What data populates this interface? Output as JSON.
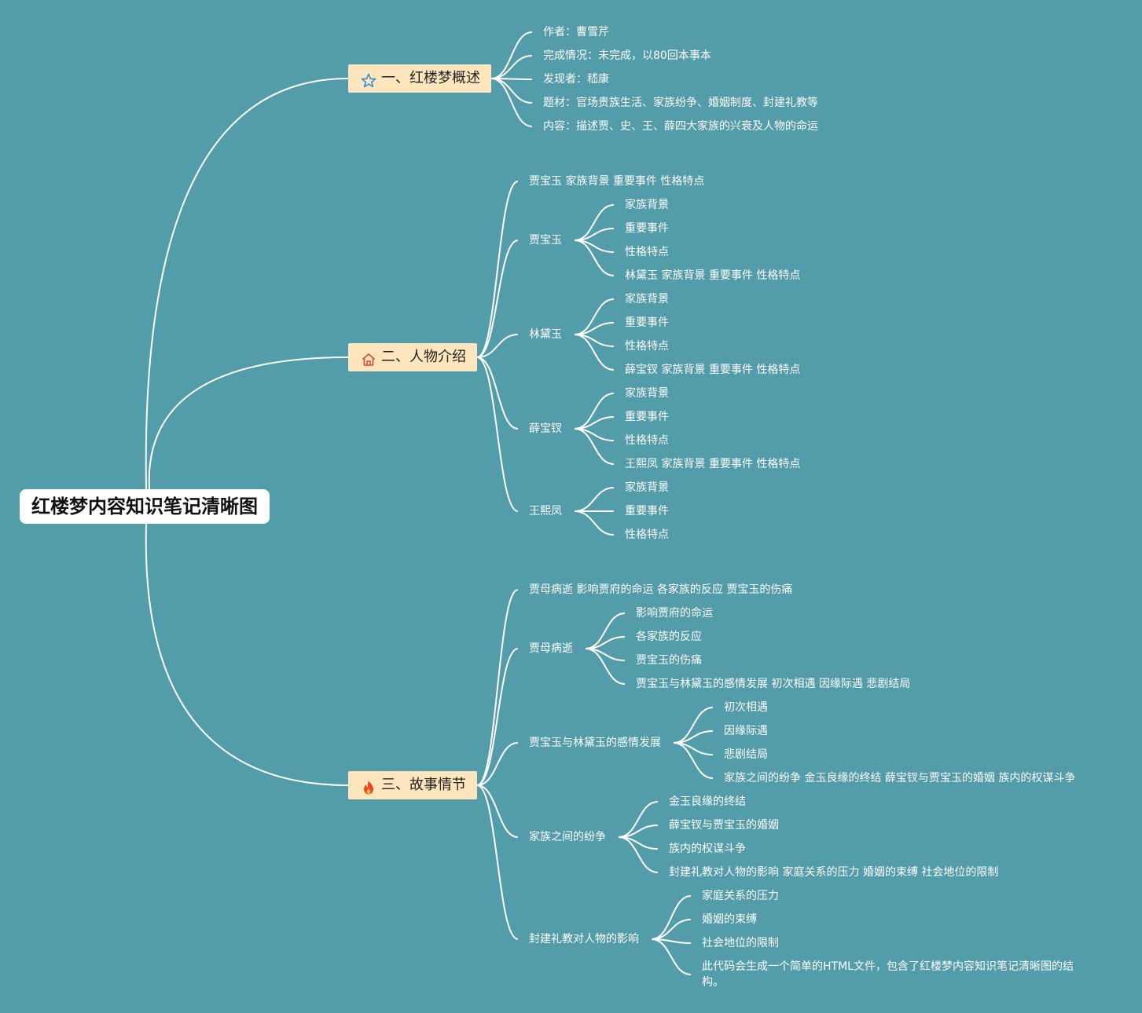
{
  "root": "红楼梦内容知识笔记清晰图",
  "colors": {
    "background": "#539ca9",
    "branch_fill": "#fde5bd",
    "line": "#ffffff",
    "root_fill": "#ffffff"
  },
  "branches": [
    {
      "label": "一、红楼梦概述",
      "icon": "star-icon",
      "items": [
        "作者：曹雪芹",
        "完成情况：未完成，以80回本事本",
        "发现者：嵇康",
        "题材：官场贵族生活、家族纷争、婚姻制度、封建礼教等",
        "内容：描述贾、史、王、薛四大家族的兴衰及人物的命运"
      ]
    },
    {
      "label": "二、人物介绍",
      "icon": "home-icon",
      "items": [
        "贾宝玉 家族背景 重要事件 性格特点",
        "贾宝玉",
        "林黛玉",
        "薛宝钗",
        "王熙凤"
      ],
      "subitems": [
        [
          "家族背景",
          "重要事件",
          "性格特点",
          "林黛玉 家族背景 重要事件 性格特点"
        ],
        [
          "家族背景",
          "重要事件",
          "性格特点",
          "薛宝钗 家族背景 重要事件 性格特点"
        ],
        [
          "家族背景",
          "重要事件",
          "性格特点",
          "王熙凤 家族背景 重要事件 性格特点"
        ],
        [
          "家族背景",
          "重要事件",
          "性格特点"
        ]
      ]
    },
    {
      "label": "三、故事情节",
      "icon": "flame-icon",
      "items": [
        "贾母病逝 影响贾府的命运 各家族的反应 贾宝玉的伤痛",
        "贾母病逝",
        "贾宝玉与林黛玉的感情发展",
        "家族之间的纷争",
        "封建礼教对人物的影响"
      ],
      "subitems": [
        [
          "影响贾府的命运",
          "各家族的反应",
          "贾宝玉的伤痛",
          "贾宝玉与林黛玉的感情发展 初次相遇 因缘际遇 悲剧结局"
        ],
        [
          "初次相遇",
          "因缘际遇",
          "悲剧结局",
          "家族之间的纷争 金玉良缘的终结 薛宝钗与贾宝玉的婚姻 族内的权谋斗争"
        ],
        [
          "金玉良缘的终结",
          "薛宝钗与贾宝玉的婚姻",
          "族内的权谋斗争",
          "封建礼教对人物的影响 家庭关系的压力 婚姻的束缚 社会地位的限制"
        ],
        [
          "家庭关系的压力",
          "婚姻的束缚",
          "社会地位的限制",
          "此代码会生成一个简单的HTML文件，包含了红楼梦内容知识笔记清晰图的结构。"
        ]
      ]
    }
  ]
}
